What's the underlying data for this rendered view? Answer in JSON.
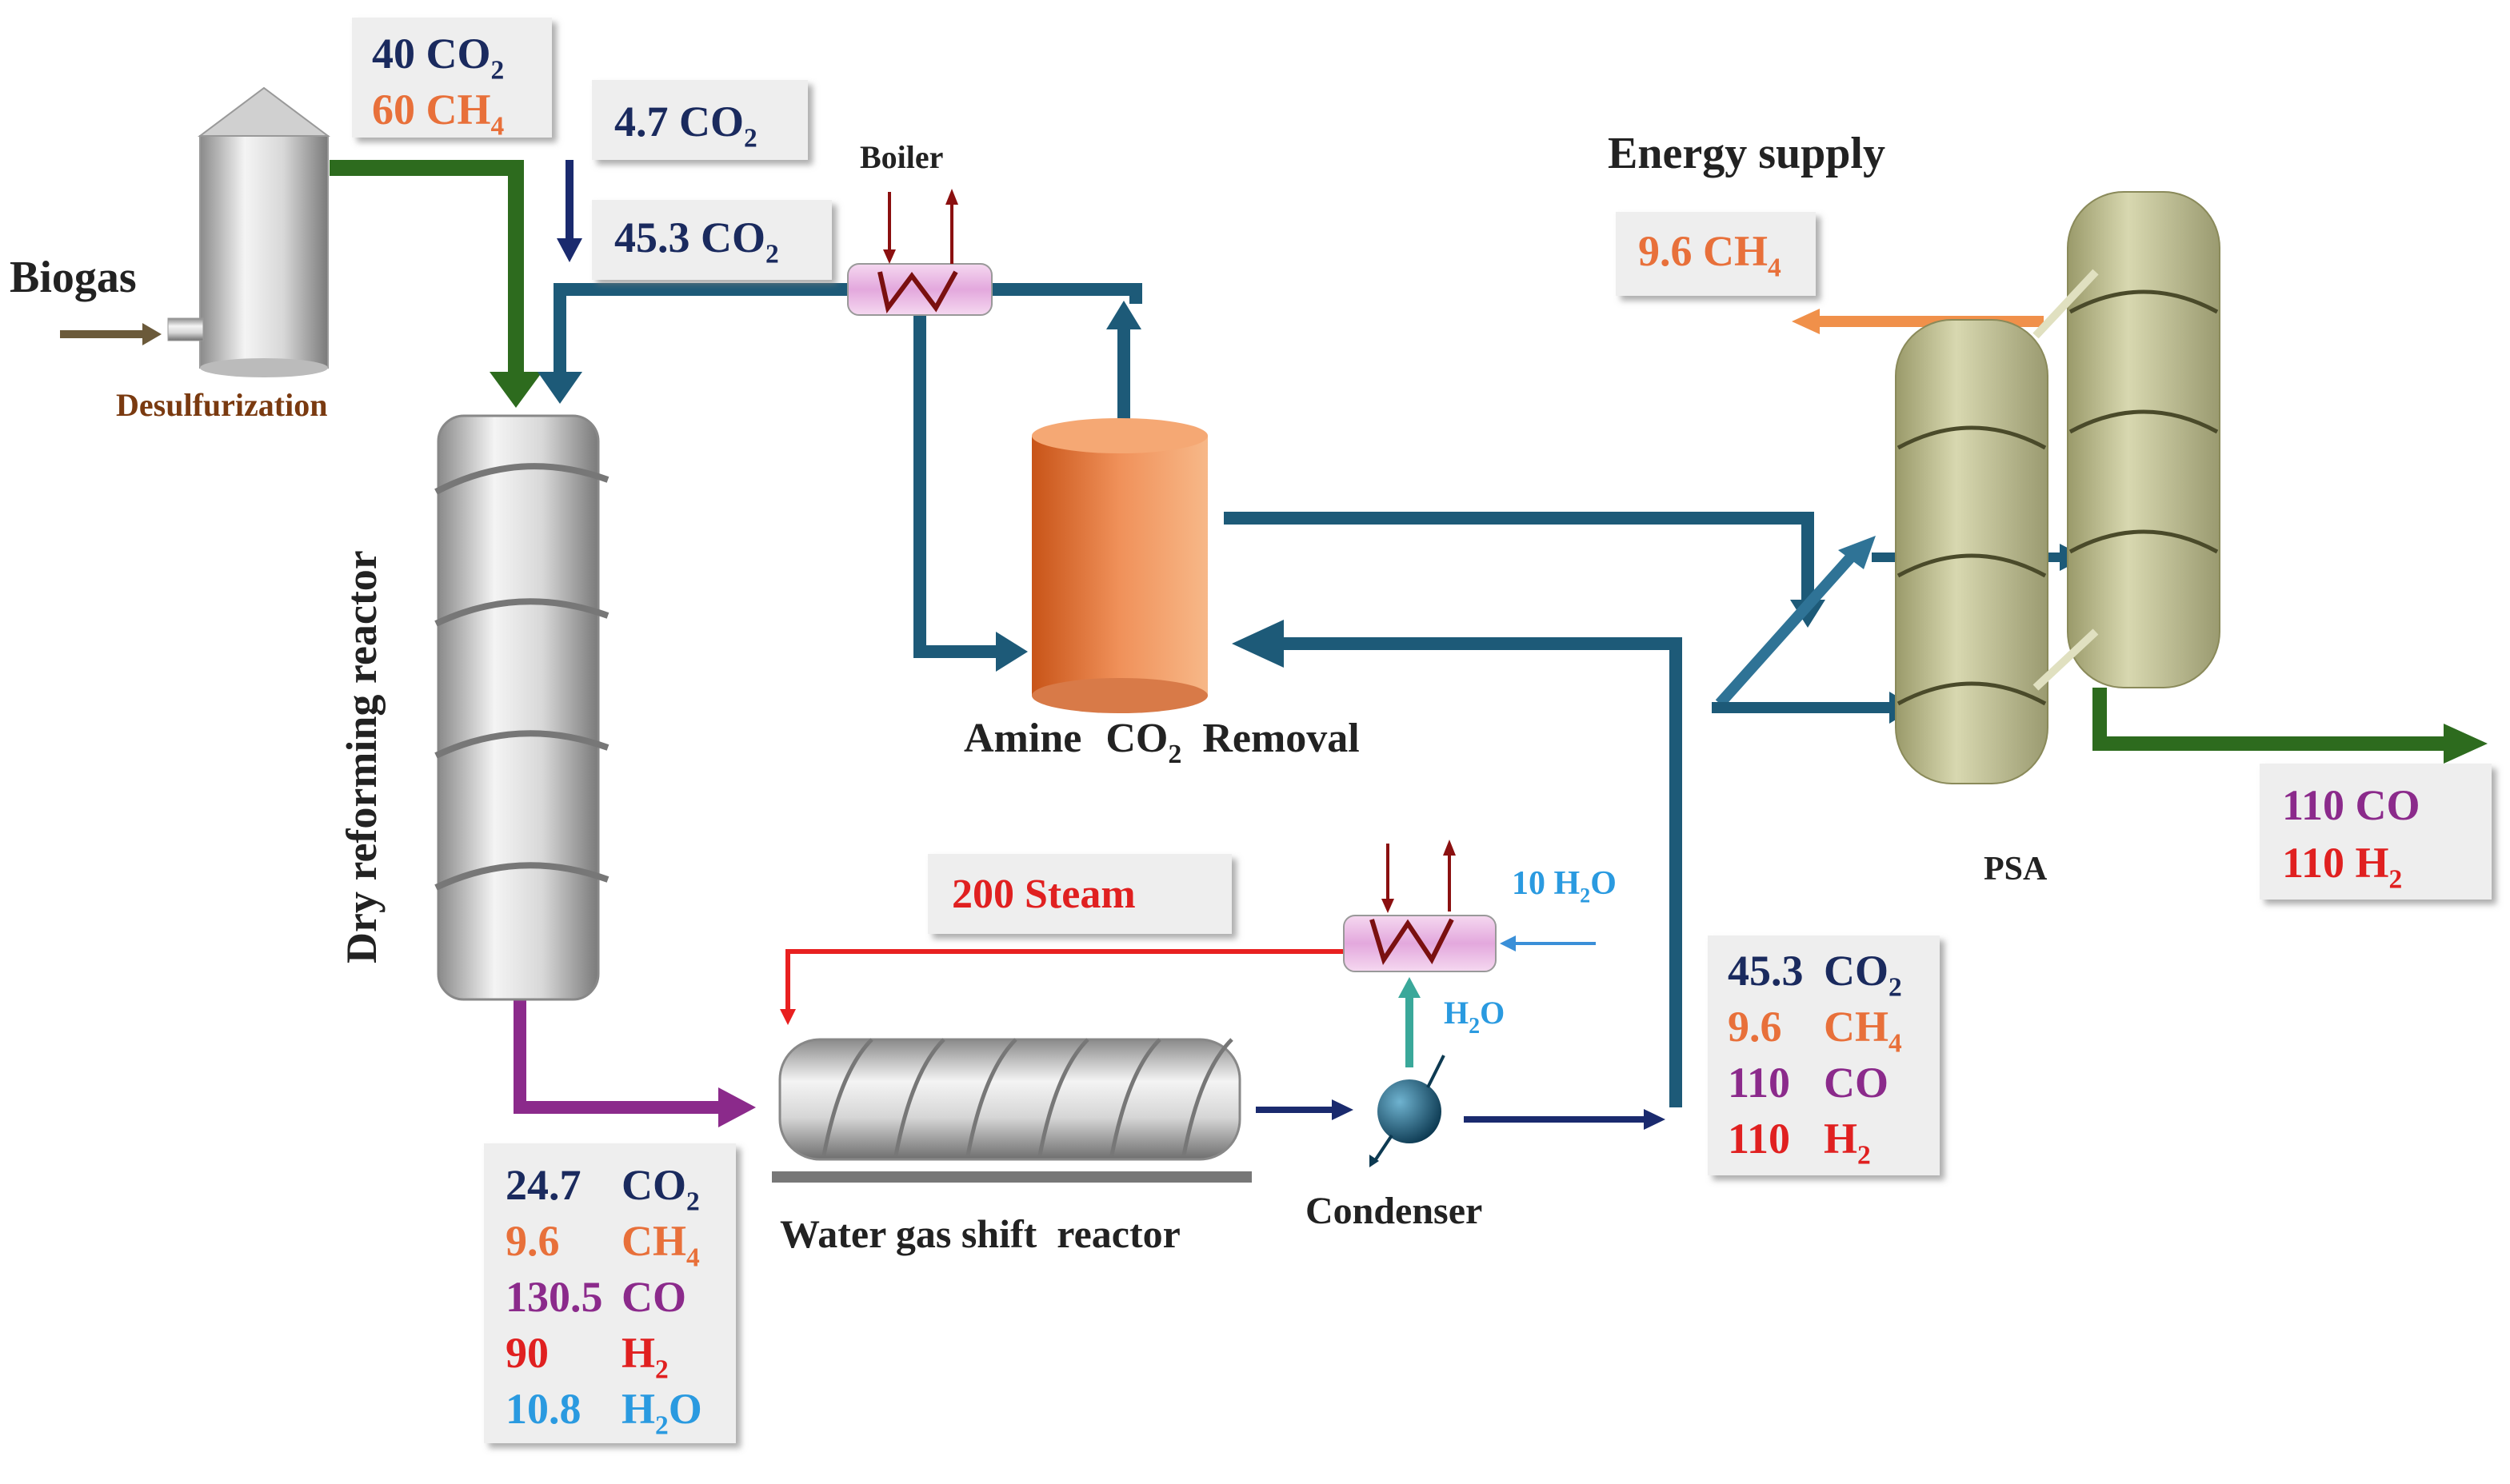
{
  "labels": {
    "biogas": "Biogas",
    "desulfurization": "Desulfurization",
    "boiler": "Boiler",
    "energy_supply": "Energy supply",
    "dry_reforming_reactor": "Dry reforming reactor",
    "amine_removal_a": "Amine",
    "amine_removal_co2": "CO",
    "amine_removal_sub": "2",
    "amine_removal_b": "Removal",
    "psa": "PSA",
    "water_gas_shift_reactor": "Water gas shift  reactor",
    "condenser": "Condenser",
    "h2o_recycle_main": "H",
    "h2o_recycle_sub": "2",
    "h2o_recycle_tail": "O"
  },
  "streams": {
    "feed": [
      {
        "amount": "40",
        "species": "CO",
        "sub": "2",
        "color": "#1a2a5e"
      },
      {
        "amount": "60",
        "species": "CH",
        "sub": "4",
        "color": "#e8703a"
      }
    ],
    "co2_makeup": [
      {
        "amount": "4.7",
        "species": "CO",
        "sub": "2",
        "color": "#1a2a5e"
      }
    ],
    "co2_recycle": [
      {
        "amount": "45.3",
        "species": "CO",
        "sub": "2",
        "color": "#1a2a5e"
      }
    ],
    "energy_ch4": [
      {
        "amount": "9.6",
        "species": "CH",
        "sub": "4",
        "color": "#e8703a"
      }
    ],
    "product": [
      {
        "amount": "110",
        "species": "CO",
        "sub": "",
        "color": "#8b2a8b"
      },
      {
        "amount": "110",
        "species": "H",
        "sub": "2",
        "color": "#e02020"
      }
    ],
    "steam": [
      {
        "amount": "200",
        "species": "Steam",
        "sub": "",
        "color": "#e02020"
      }
    ],
    "water_in": [
      {
        "amount": "10",
        "species": "H",
        "sub": "2",
        "tail": "O",
        "color": "#2a9ae0"
      }
    ],
    "wgs_outlet": [
      {
        "amount": "45.3",
        "species": "CO",
        "sub": "2",
        "color": "#1a2a5e"
      },
      {
        "amount": "9.6",
        "species": "CH",
        "sub": "4",
        "color": "#e8703a"
      },
      {
        "amount": "110",
        "species": "CO",
        "sub": "",
        "color": "#8b2a8b"
      },
      {
        "amount": "110",
        "species": "H",
        "sub": "2",
        "color": "#e02020"
      }
    ],
    "drm_outlet": [
      {
        "amount": "24.7",
        "species": "CO",
        "sub": "2",
        "color": "#1a2a5e"
      },
      {
        "amount": "9.6",
        "species": "CH",
        "sub": "4",
        "color": "#e8703a"
      },
      {
        "amount": "130.5",
        "species": "CO",
        "sub": "",
        "color": "#8b2a8b"
      },
      {
        "amount": "90",
        "species": "H",
        "sub": "2",
        "color": "#e02020"
      },
      {
        "amount": "10.8",
        "species": "H",
        "sub": "2",
        "tail": "O",
        "color": "#2a9ae0"
      }
    ]
  },
  "colors": {
    "pipe_blue": "#1d5a78",
    "pipe_green": "#2d6b1e",
    "pipe_purple": "#8b2a8b",
    "steam_red": "#e82020",
    "navy_arrow": "#1a2a6e",
    "water_blue": "#3a8fd8",
    "label_brown": "#7a3a10"
  }
}
